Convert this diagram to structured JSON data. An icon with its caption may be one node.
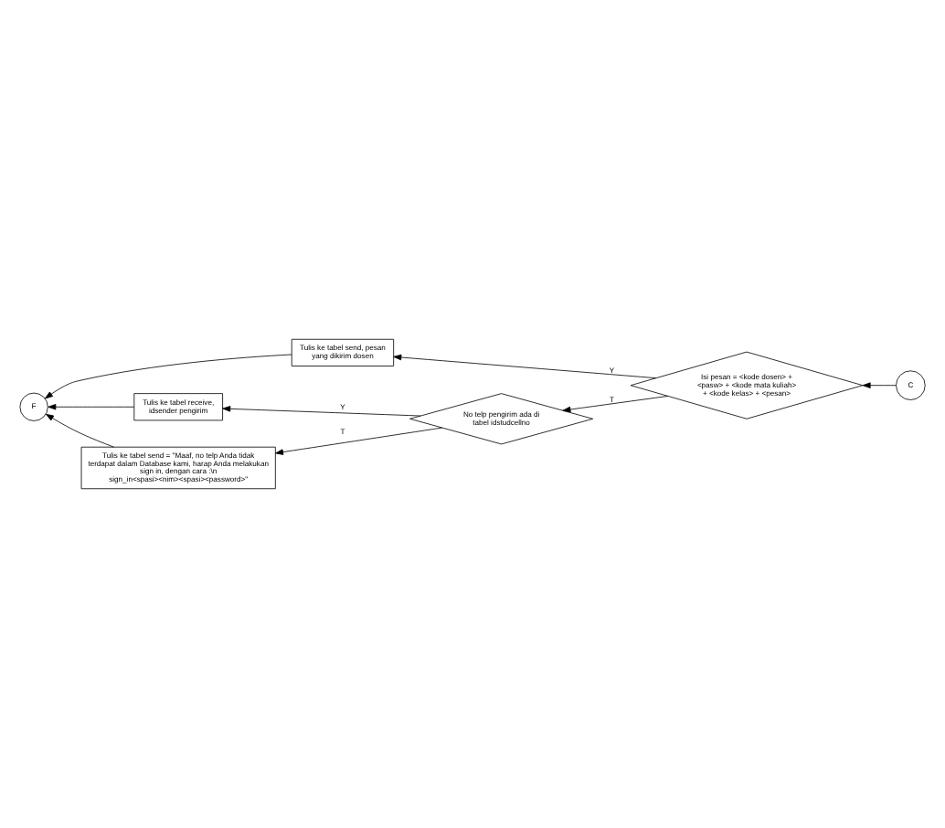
{
  "diagram": {
    "nodes": [
      {
        "text": [
          "C"
        ]
      },
      {
        "text": [
          "Isi pesan = <kode dosen> + <pasw> + <kode mata kuliah> + <kode kelas> + <pesan>"
        ]
      },
      {
        "text": [
          "Tulis ke tabel send, pesan yang dikirim dosen"
        ]
      },
      {
        "text": [
          "No telp pengirim ada di tabel idstudcellno"
        ]
      },
      {
        "text": [
          "Tulis ke tabel receive, idsender pengirim"
        ]
      },
      {
        "text": [
          "Tulis ke tabel send = \"Maaf, no telp Anda tidak terdapat dalam Database kami, harap Anda melakukan sign in, dengan cara :\\n sign_in<spasi><nim><spasi><password>\""
        ]
      },
      {
        "text": [
          "F"
        ]
      }
    ],
    "edges": [
      {
        "from": 0,
        "to": 1,
        "arrow": "to"
      },
      {
        "from": 1,
        "to": 2,
        "arrow": "to",
        "label": "Y"
      },
      {
        "from": 1,
        "to": 3,
        "arrow": "to",
        "label": "T"
      },
      {
        "from": 3,
        "to": 4,
        "arrow": "to",
        "label": "Y"
      },
      {
        "from": 3,
        "to": 5,
        "arrow": "to",
        "label": "T"
      },
      {
        "from": 2,
        "to": 6,
        "arrow": "to"
      },
      {
        "from": 4,
        "to": 6,
        "arrow": "to"
      },
      {
        "from": 5,
        "to": 6,
        "arrow": "to"
      }
    ]
  }
}
